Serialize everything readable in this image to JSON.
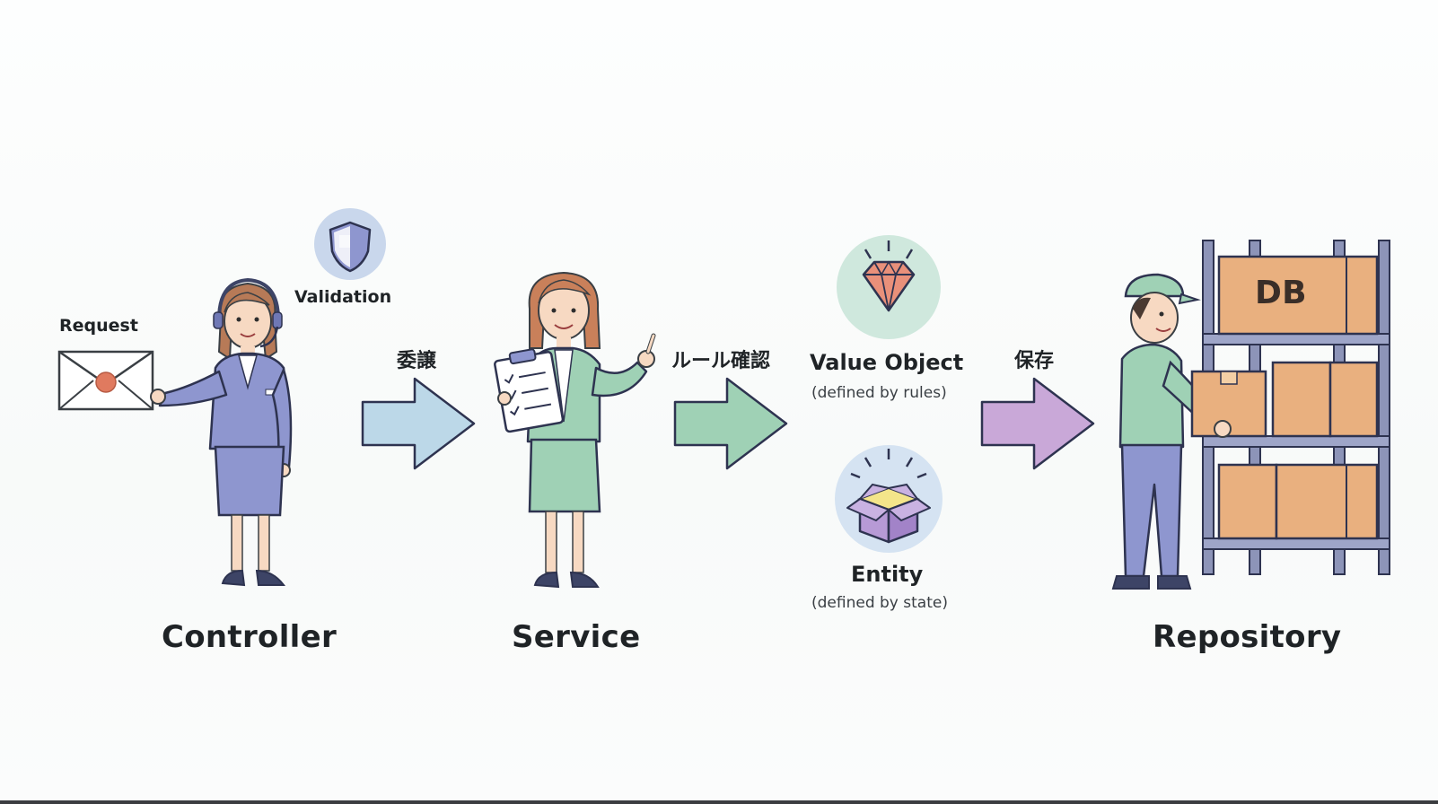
{
  "labels": {
    "request": "Request",
    "validation": "Validation",
    "controller": "Controller",
    "delegate": "委譲",
    "service": "Service",
    "rule_check": "ルール確認",
    "value_object": "Value Object",
    "value_object_sub": "(defined by rules)",
    "entity": "Entity",
    "entity_sub": "(defined by state)",
    "save": "保存",
    "repository": "Repository",
    "db": "DB"
  },
  "icons": {
    "envelope": "envelope-icon",
    "shield": "shield-icon",
    "gem": "gem-icon",
    "box": "open-box-icon"
  },
  "colors": {
    "arrow_controller_service": "#bcd8e8",
    "arrow_service_vo": "#9fd1b5",
    "arrow_vo_repository": "#c9a8d8",
    "controller_suit": "#8e96cf",
    "service_suit": "#9fd1b5",
    "worker_shirt": "#9fd1b5",
    "worker_pants": "#8e96cf",
    "box": "#e9b07f",
    "shelf": "#8d94b8"
  }
}
